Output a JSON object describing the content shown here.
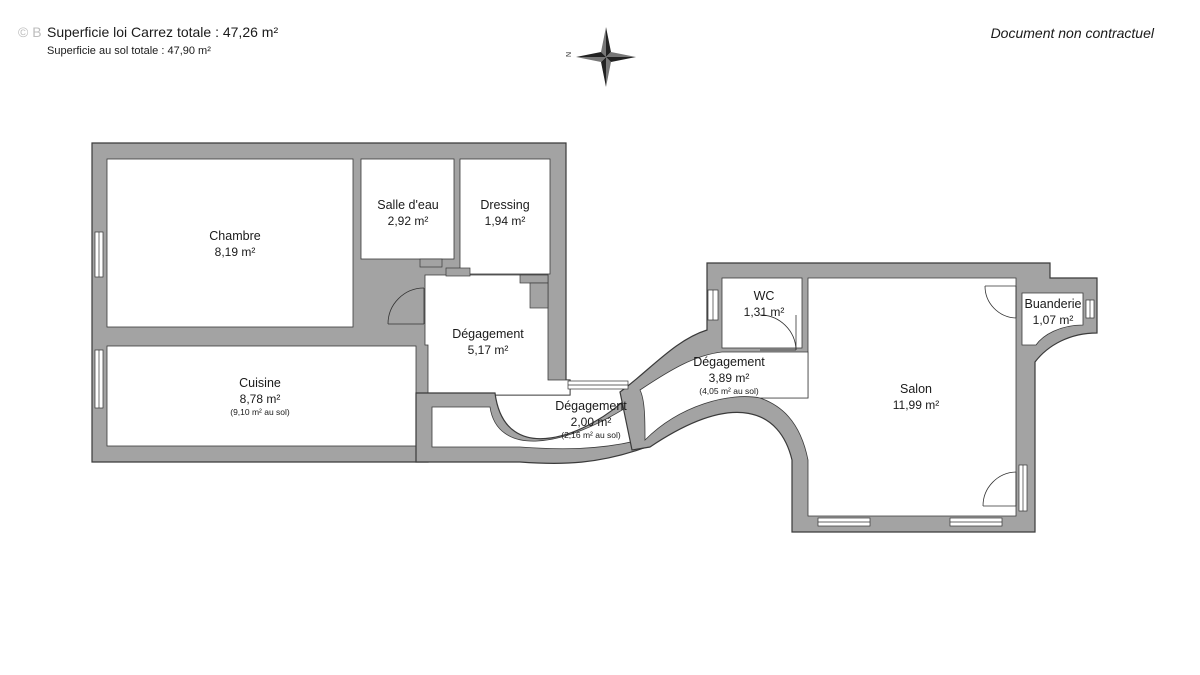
{
  "header": {
    "watermark": "© B",
    "total_carrez_label": "Superficie loi Carrez totale :  47,26 m²",
    "total_sol_label": "Superficie au sol totale :  47,90 m²",
    "disclaimer": "Document non contractuel"
  },
  "compass": {
    "north_label": "N"
  },
  "rooms": {
    "chambre": {
      "name": "Chambre",
      "area": "8,19 m²"
    },
    "salle_deau": {
      "name": "Salle d'eau",
      "area": "2,92 m²"
    },
    "dressing": {
      "name": "Dressing",
      "area": "1,94 m²"
    },
    "degagement_1": {
      "name": "Dégagement",
      "area": "5,17 m²"
    },
    "cuisine": {
      "name": "Cuisine",
      "area": "8,78 m²",
      "sol": "(9,10 m² au sol)"
    },
    "degagement_2": {
      "name": "Dégagement",
      "area": "2,00 m²",
      "sol": "(2,16 m² au sol)"
    },
    "degagement_3": {
      "name": "Dégagement",
      "area": "3,89 m²",
      "sol": "(4,05 m² au sol)"
    },
    "wc": {
      "name": "WC",
      "area": "1,31 m²"
    },
    "salon": {
      "name": "Salon",
      "area": "11,99 m²"
    },
    "buanderie": {
      "name": "Buanderie",
      "area": "1,07 m²"
    }
  },
  "colors": {
    "wall": "#a3a3a3",
    "wall_outline": "#3a3a3a",
    "floor": "#ffffff",
    "text": "#1a1a1a"
  }
}
